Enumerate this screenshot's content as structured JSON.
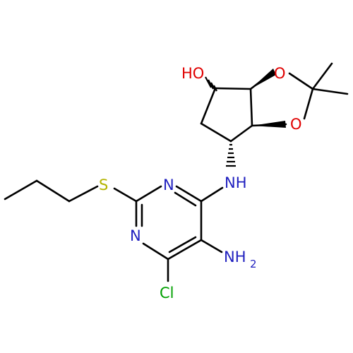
{
  "colors": {
    "bond": "#000000",
    "carbon": "#000000",
    "nitrogen": "#1f1fbf",
    "oxygen": "#e00000",
    "sulfur": "#b4b400",
    "chlorine": "#00a000"
  },
  "atoms": {
    "ho": {
      "text": "HO",
      "element": "oxygen"
    },
    "o_upper": {
      "text": "O",
      "element": "oxygen"
    },
    "o_lower": {
      "text": "O",
      "element": "oxygen"
    },
    "n_ring_top": {
      "text": "N",
      "element": "nitrogen"
    },
    "n_ring_left": {
      "text": "N",
      "element": "nitrogen"
    },
    "nh": {
      "text": "NH",
      "element": "nitrogen"
    },
    "nh2_main": {
      "text": "NH",
      "element": "nitrogen"
    },
    "nh2_sub": {
      "text": "2",
      "element": "nitrogen"
    },
    "s": {
      "text": "S",
      "element": "sulfur"
    },
    "cl": {
      "text": "Cl",
      "element": "chlorine"
    }
  }
}
